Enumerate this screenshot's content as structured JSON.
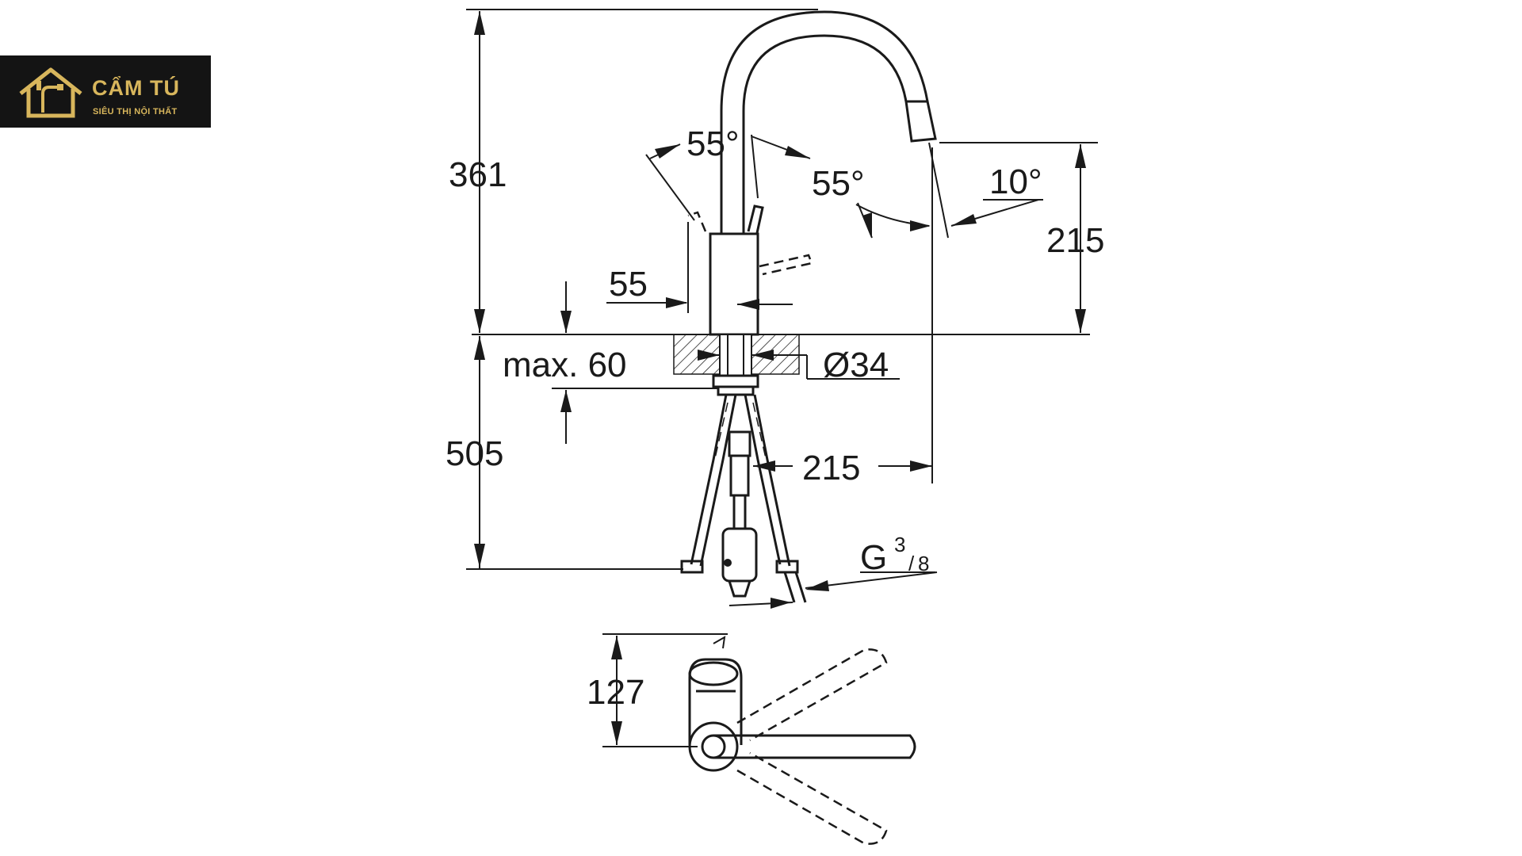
{
  "logo": {
    "brand": "CẨM TÚ",
    "tagline": "SIÊU THỊ NỘI THẤT",
    "icon": "house-faucet-icon",
    "color": "#d8b65c",
    "background": "#141414"
  },
  "dimensions": {
    "total_height": "361",
    "lever_angle_left": "55°",
    "lever_angle_right": "55°",
    "spout_angle": "10°",
    "spout_height": "215",
    "lever_offset": "55",
    "max_deck": "max. 60",
    "hole_diameter": "Ø34",
    "below_deck": "505",
    "spout_reach": "215",
    "connection_main": "G",
    "connection_num": "3",
    "connection_den": "8",
    "top_depth": "127"
  }
}
